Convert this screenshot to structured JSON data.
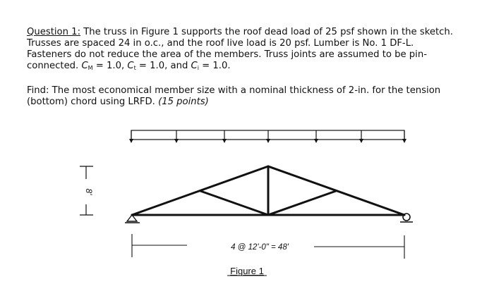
{
  "question": {
    "label": "Question 1:",
    "line1_rest": " The truss in Figure 1 supports the roof dead load of 25 psf shown in the sketch.",
    "line2": "Trusses are spaced 24 in o.c., and the roof live load is 20 psf.  Lumber is No. 1 DF-L.",
    "line3": "Fasteners do not reduce the area of the members.  Truss joints are assumed to be pin-",
    "line4_start": "connected.  ",
    "cm_letter": "C",
    "cm_sub": "M",
    "cm_value": " = 1.0, ",
    "ct_letter": "C",
    "ct_sub": "t",
    "ct_value": " = 1.0, and ",
    "ci_letter": "C",
    "ci_sub": "i",
    "ci_value": " = 1.0."
  },
  "find": {
    "line1": "Find: The most economical member size with a nominal thickness of 2-in. for the tension",
    "line2_start": "(bottom) chord using LRFD.  ",
    "points": "(15 points)"
  },
  "figure": {
    "height_label": "8'",
    "span_label": "4 @ 12'-0\" = 48'",
    "caption": "Figure 1"
  }
}
